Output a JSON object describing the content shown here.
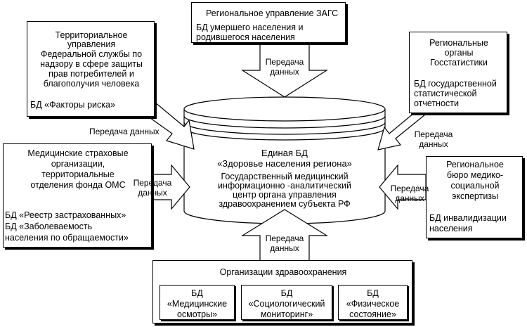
{
  "zags": {
    "title": "Региональное управление ЗАГС",
    "db_line1": "БД умершего  населения и",
    "db_line2": "родившегося населения"
  },
  "rospotreb": {
    "lines": [
      "Территориальное",
      "управления",
      "Федеральной службы по",
      "надзору в сфере защиты",
      "прав потребителей и",
      "благополучия человека"
    ],
    "db": "БД «Факторы риска»"
  },
  "gosstat": {
    "lines": [
      "Региональные",
      "органы",
      "Госстатистики"
    ],
    "db_lines": [
      "БД государственной",
      "статистической",
      "отчетности"
    ]
  },
  "oms": {
    "lines": [
      "Медицинские страховые",
      "организации,",
      "территориальные",
      "отделения фонда ОМС"
    ],
    "db1": "БД «Реестр застрахованных»",
    "db2_lines": [
      "БД «Заболеваемость",
      "населения по обращаемости»"
    ]
  },
  "mse": {
    "lines": [
      "Региональное",
      "бюро медико-",
      "социальной",
      "экспертизы"
    ],
    "db_lines": [
      "БД инвалидизации",
      "населения"
    ]
  },
  "central": {
    "title1": "Единая БД",
    "title2": "«Здоровье населения региона»",
    "lines": [
      "Государственный  медицинский",
      "информационно -аналитический",
      "центр органа управления",
      "здравоохранением  субъекта РФ"
    ]
  },
  "health_orgs": {
    "title": "Организации здравоохранения",
    "subs": [
      {
        "l1": "БД",
        "l2": "«Медицинские",
        "l3": "осмотры»"
      },
      {
        "l1": "БД",
        "l2": "«Социологический",
        "l3": "мониторинг»"
      },
      {
        "l1": "БД",
        "l2": "«Физическое",
        "l3": "состояние»"
      }
    ]
  },
  "transfer": {
    "top_1": "Передача",
    "top_2": "данных",
    "nw": "Передача  данных",
    "ne_1": "Передача",
    "ne_2": "данных",
    "left_1": "Передача",
    "left_2": "данных",
    "right_1": "Передача",
    "right_2": "данных",
    "bottom_1": "Передача",
    "bottom_2": "данных"
  }
}
